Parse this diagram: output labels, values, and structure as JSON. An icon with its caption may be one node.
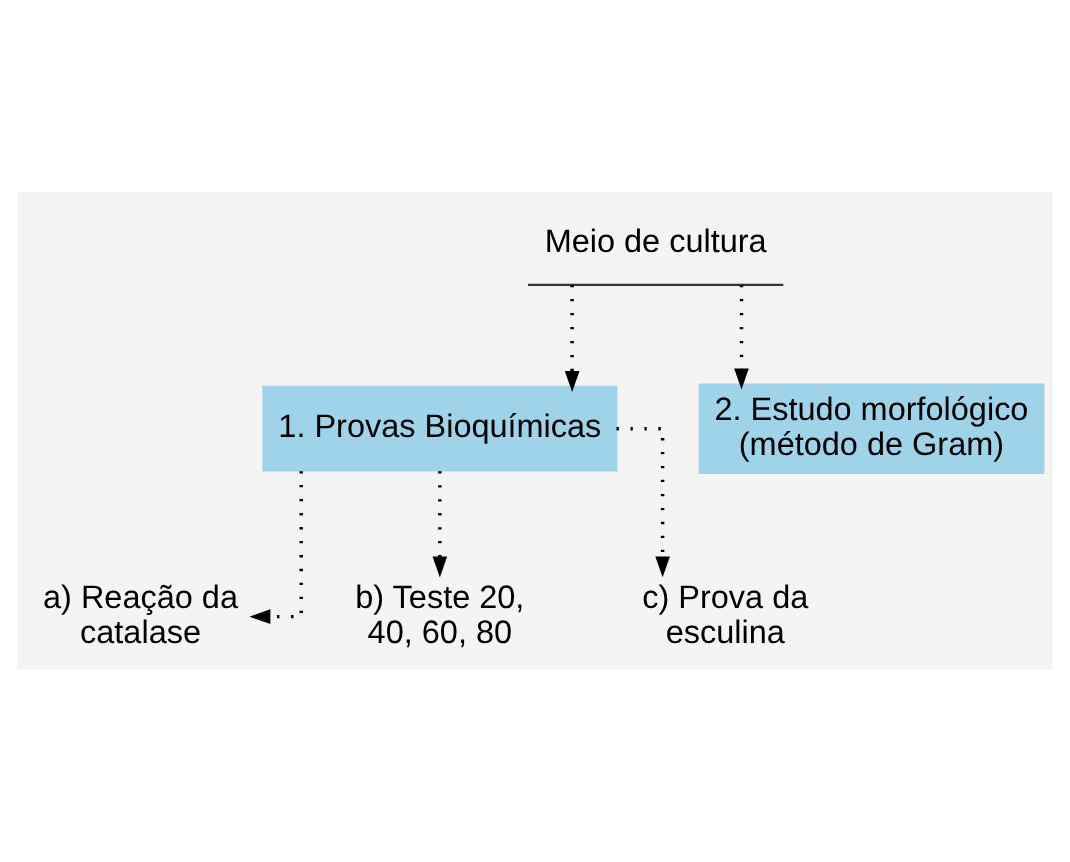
{
  "diagram": {
    "nodes": [
      {
        "text": [
          "Meio de cultura"
        ]
      },
      {
        "text": [
          "1. Provas Bioquímicas"
        ]
      },
      {
        "text": [
          "2. Estudo morfológico (método de Gram)"
        ]
      },
      {
        "text": [
          "a) Reação da catalase"
        ]
      },
      {
        "text": [
          "b) Teste 20, 40, 60, 80"
        ]
      },
      {
        "text": [
          "c) Prova da esculina"
        ]
      }
    ],
    "edges": [
      {
        "from": 0,
        "to": 1,
        "arrow": "to"
      },
      {
        "from": 0,
        "to": 2,
        "arrow": "to"
      },
      {
        "from": 1,
        "to": 3,
        "arrow": "to"
      },
      {
        "from": 1,
        "to": 4,
        "arrow": "to"
      },
      {
        "from": 1,
        "to": 5,
        "arrow": "to"
      }
    ]
  }
}
